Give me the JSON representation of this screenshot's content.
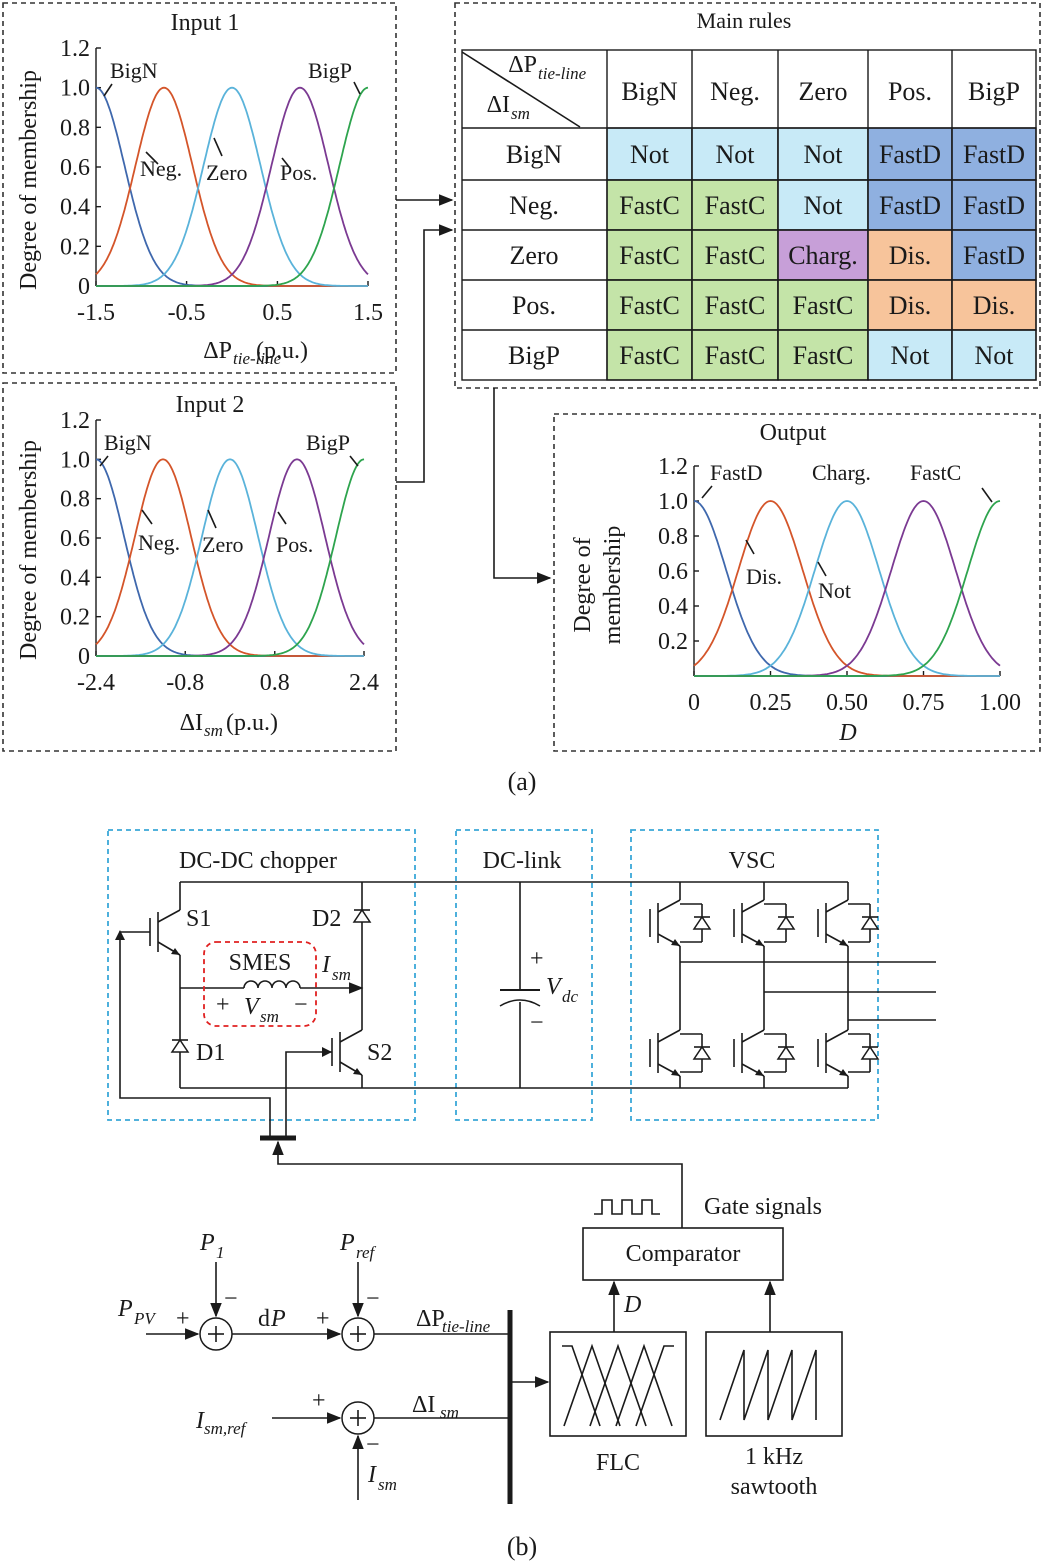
{
  "colors": {
    "BigN": "#3f68ad",
    "Neg.": "#d4552a",
    "Zero": "#5ab3da",
    "Pos.": "#7b3a92",
    "BigP": "#2ea44e",
    "Not": "#c8eaf7",
    "FastD": "#8fb0e0",
    "FastC": "#c4e4a8",
    "Charg.": "#c79fd8",
    "Dis.": "#f7c49b"
  },
  "input1": {
    "title": "Input 1",
    "ylabel": "Degree of membership",
    "xlabel_main": "ΔP",
    "xlabel_sub": "tie-line",
    "xlabel_unit": "(p.u.)",
    "xticks": [
      "-1.5",
      "-0.5",
      "0.5",
      "1.5"
    ],
    "yticks": [
      "0",
      "0.2",
      "0.4",
      "0.6",
      "0.8",
      "1.0",
      "1.2"
    ],
    "mf_labels": [
      "BigN",
      "Neg.",
      "Zero",
      "Pos.",
      "BigP"
    ]
  },
  "input2": {
    "title": "Input 2",
    "ylabel": "Degree of membership",
    "xlabel_main": "ΔI",
    "xlabel_sub": "sm",
    "xlabel_unit": "(p.u.)",
    "xticks": [
      "-2.4",
      "-0.8",
      "0.8",
      "2.4"
    ],
    "yticks": [
      "0",
      "0.2",
      "0.4",
      "0.6",
      "0.8",
      "1.0",
      "1.2"
    ],
    "mf_labels": [
      "BigN",
      "Neg.",
      "Zero",
      "Pos.",
      "BigP"
    ]
  },
  "output": {
    "title": "Output",
    "ylabel_line1": "Degree of",
    "ylabel_line2": "membership",
    "xlabel": "D",
    "xticks": [
      "0",
      "0.25",
      "0.50",
      "0.75",
      "1.00"
    ],
    "yticks": [
      "0.2",
      "0.4",
      "0.6",
      "0.8",
      "1.0",
      "1.2"
    ],
    "mf_labels": [
      "FastD",
      "Dis.",
      "Not",
      "Charg.",
      "FastC"
    ]
  },
  "rules": {
    "title": "Main rules",
    "header_col_main": "ΔP",
    "header_col_sub": "tie-line",
    "header_row_main": "ΔI",
    "header_row_sub": "sm",
    "col_labels": [
      "BigN",
      "Neg.",
      "Zero",
      "Pos.",
      "BigP"
    ],
    "row_labels": [
      "BigN",
      "Neg.",
      "Zero",
      "Pos.",
      "BigP"
    ],
    "cells": [
      [
        "Not",
        "Not",
        "Not",
        "FastD",
        "FastD"
      ],
      [
        "FastC",
        "FastC",
        "Not",
        "FastD",
        "FastD"
      ],
      [
        "FastC",
        "FastC",
        "Charg.",
        "Dis.",
        "FastD"
      ],
      [
        "FastC",
        "FastC",
        "FastC",
        "Dis.",
        "Dis."
      ],
      [
        "FastC",
        "FastC",
        "FastC",
        "Not",
        "Not"
      ]
    ]
  },
  "caption_a": "(a)",
  "caption_b": "(b)",
  "circuit": {
    "chopper_title": "DC-DC chopper",
    "dclink_title": "DC-link",
    "vsc_title": "VSC",
    "s1": "S1",
    "s2": "S2",
    "d1": "D1",
    "d2": "D2",
    "smes": "SMES",
    "ism_main": "I",
    "ism_sub": "sm",
    "vsm_main": "V",
    "vsm_sub": "sm",
    "vdc_main": "V",
    "vdc_sub": "dc",
    "plus": "+",
    "minus": "−"
  },
  "control": {
    "gate_signals": "Gate signals",
    "comparator": "Comparator",
    "flc": "FLC",
    "sawtooth_line1": "1 kHz",
    "sawtooth_line2": "sawtooth",
    "d_label": "D",
    "p1_main": "P",
    "p1_sub": "1",
    "ppv_main": "P",
    "ppv_sub": "PV",
    "pref_main": "P",
    "pref_sub": "ref",
    "dp_label_main": "d",
    "dp_label_var": "P",
    "dptie_main": "ΔP",
    "dptie_sub": "tie-line",
    "dism_main": "ΔI",
    "dism_sub": "sm",
    "ismref_main": "I",
    "ismref_sub": "sm,ref",
    "ism_main": "I",
    "ism_sub": "sm",
    "plus": "+",
    "minus": "−"
  }
}
